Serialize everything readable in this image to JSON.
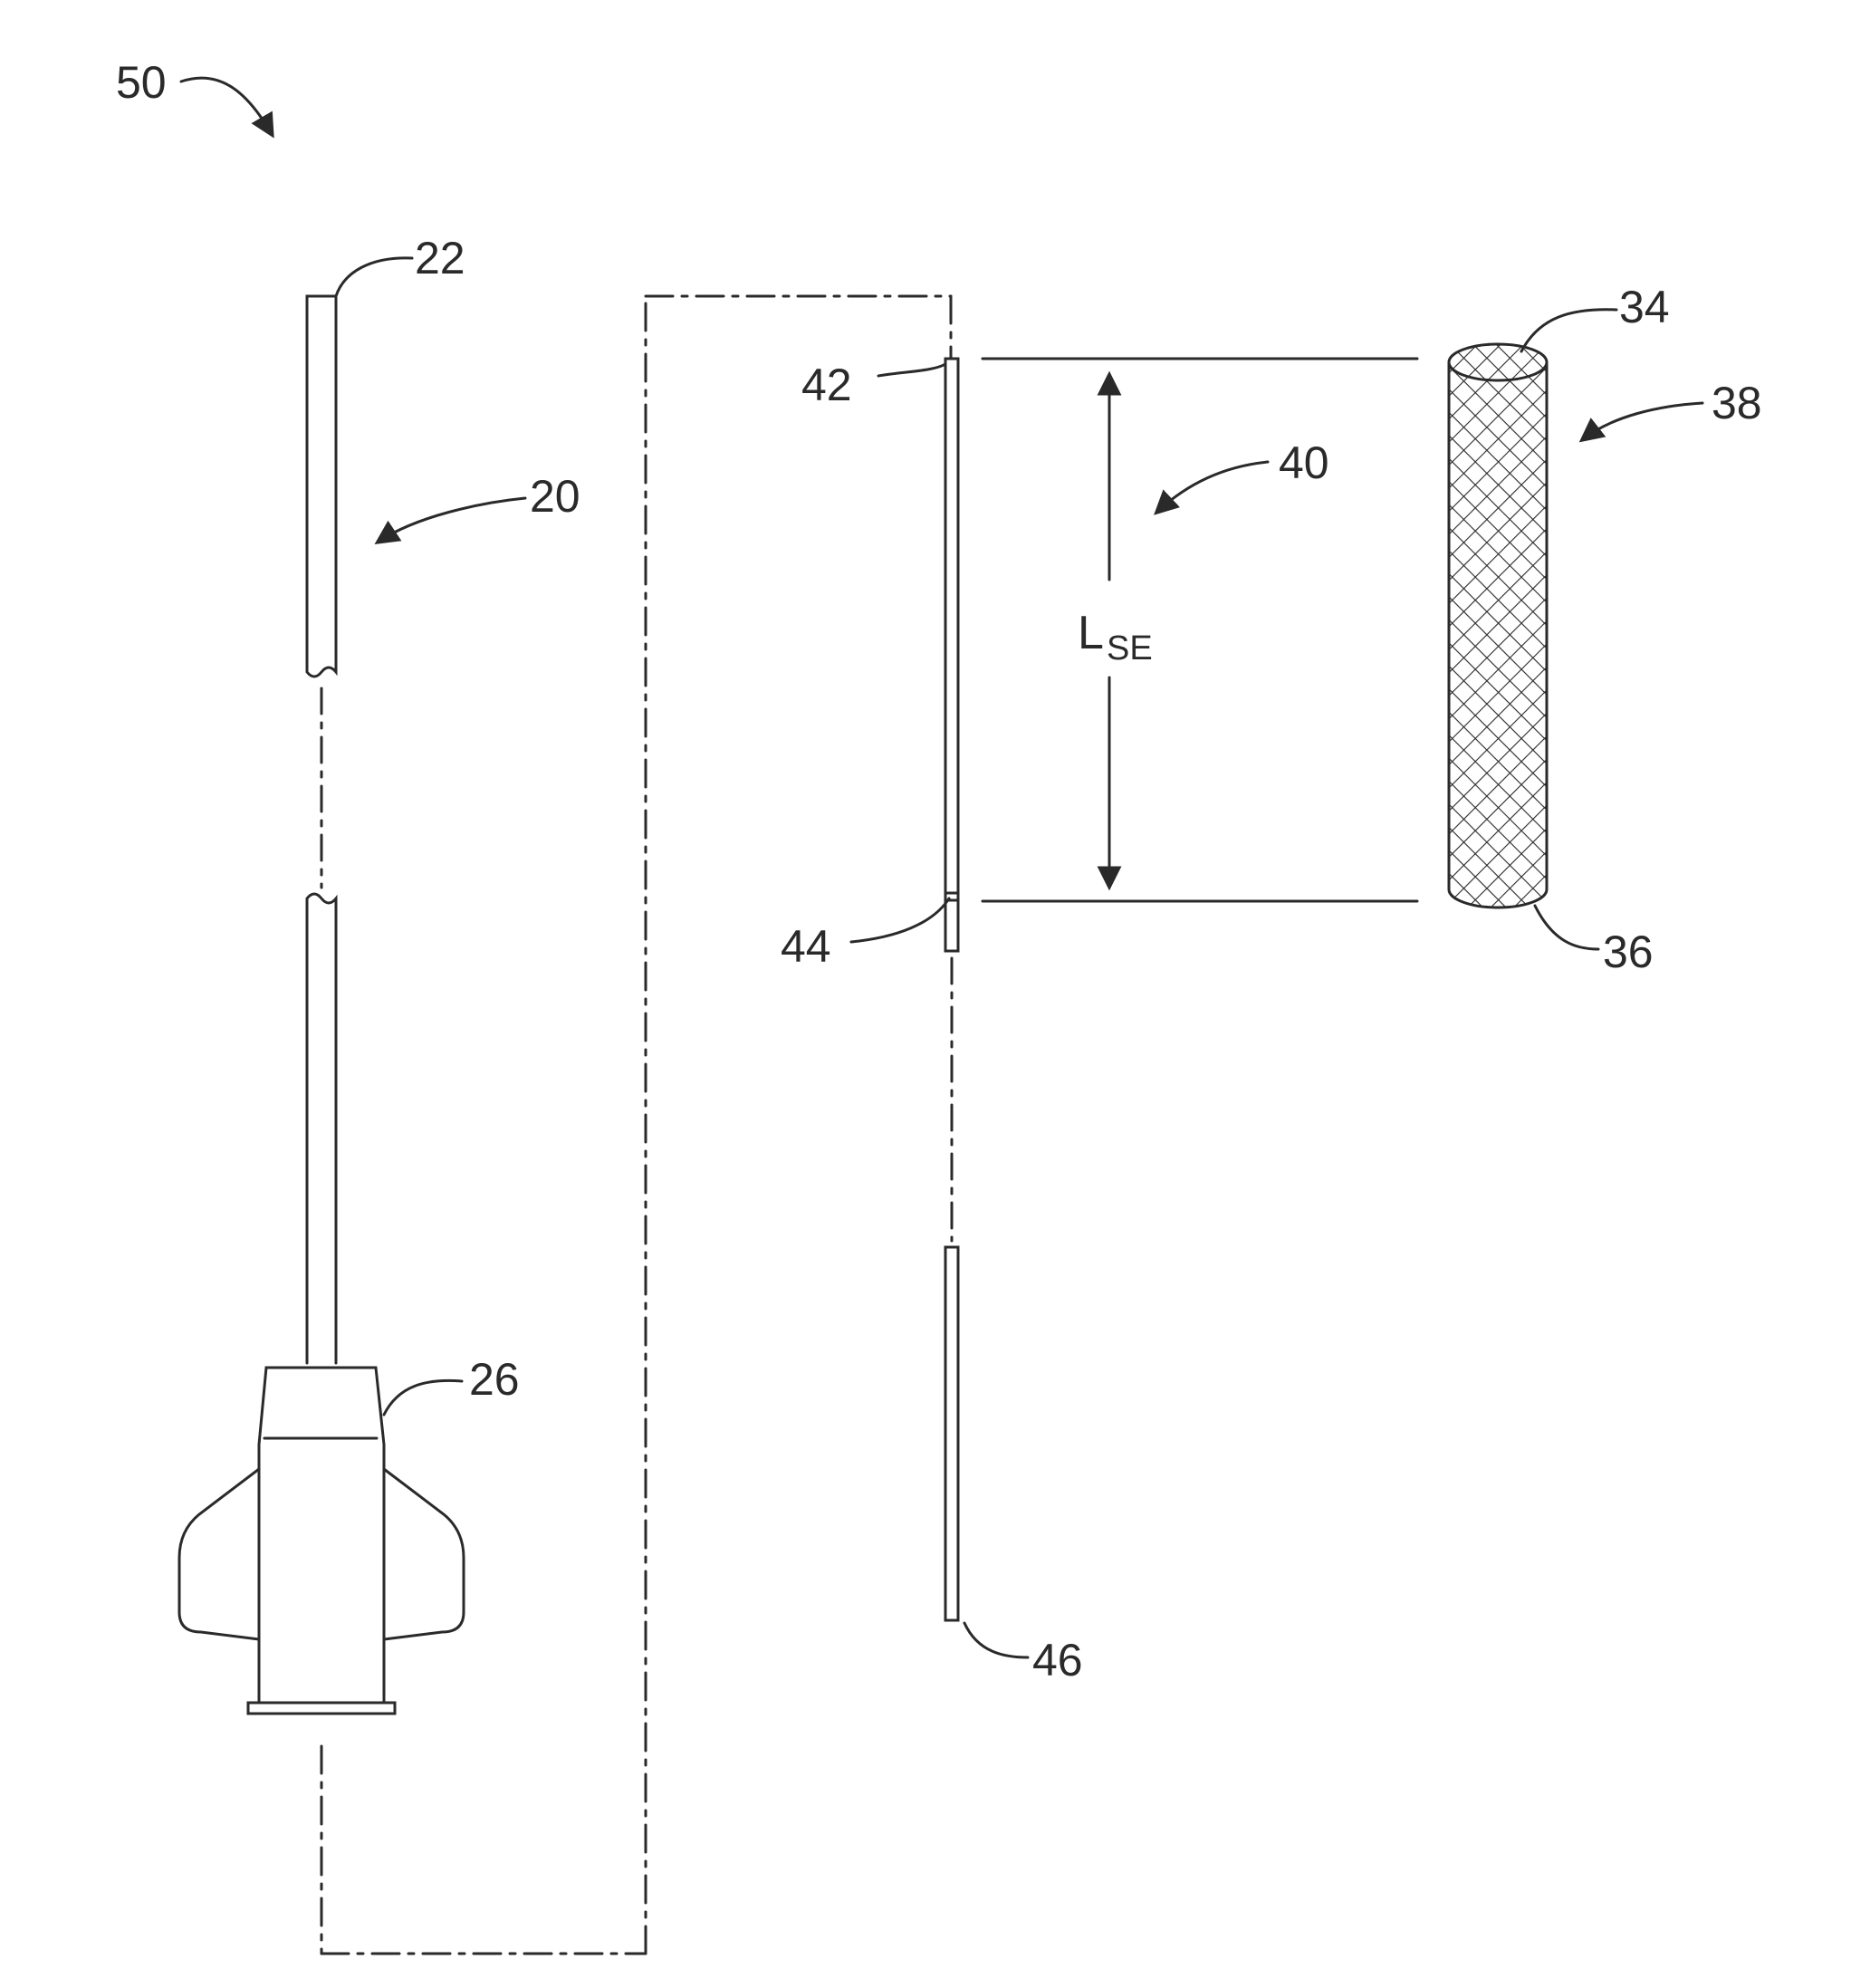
{
  "figure": {
    "labels": {
      "ref_50": "50",
      "ref_22": "22",
      "ref_20": "20",
      "ref_26": "26",
      "ref_42": "42",
      "ref_40": "40",
      "ref_44": "44",
      "ref_46": "46",
      "ref_34": "34",
      "ref_38": "38",
      "ref_36": "36",
      "dimension_main": "L",
      "dimension_sub": "SE"
    },
    "colors": {
      "line": "#2a2a2a",
      "background": "#ffffff"
    }
  }
}
